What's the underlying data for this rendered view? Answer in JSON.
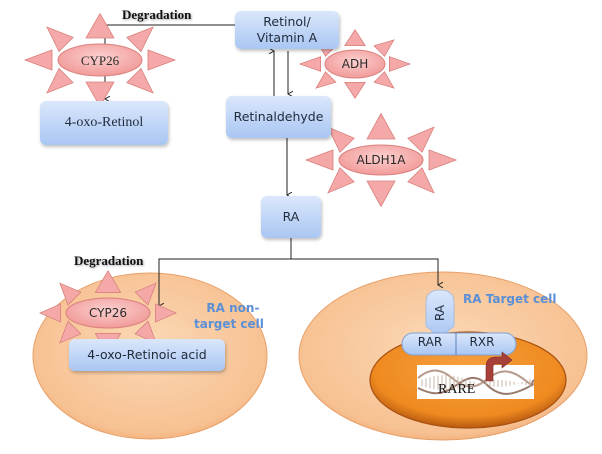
{
  "diagram": {
    "title": "Retinoic acid metabolism and signaling",
    "colors": {
      "box_fill_top": "#dbe7fb",
      "box_fill_bottom": "#a9c6f3",
      "enzyme_fill": "#f4a9a8",
      "enzyme_stroke": "#d9807e",
      "cell_fill": "#f8c99b",
      "nucleus_fill": "#f08a24",
      "cell_label": "#5b8fd6",
      "arrow": "#222222"
    },
    "labels": {
      "degradation_top": "Degradation",
      "degradation_bottom": "Degradation",
      "retinol": "Retinol/\nVitamin A",
      "retinol_line1": "Retinol/",
      "retinol_line2": "Vitamin A",
      "retinaldehyde": "Retinaldehyde",
      "ra": "RA",
      "oxo_retinol": "4-oxo-Retinol",
      "oxo_retinoic_acid": "4-oxo-Retinoic acid",
      "non_target_line1": "RA non-",
      "non_target_line2": "target cell",
      "target_cell": "RA Target cell",
      "receptor_ra": "RA",
      "rar": "RAR",
      "rxr": "RXR",
      "rare": "RARE"
    },
    "enzymes": [
      {
        "id": "cyp26-top",
        "label": "CYP26"
      },
      {
        "id": "adh",
        "label": "ADH"
      },
      {
        "id": "aldh1a",
        "label": "ALDH1A"
      },
      {
        "id": "cyp26-bottom",
        "label": "CYP26"
      }
    ]
  }
}
